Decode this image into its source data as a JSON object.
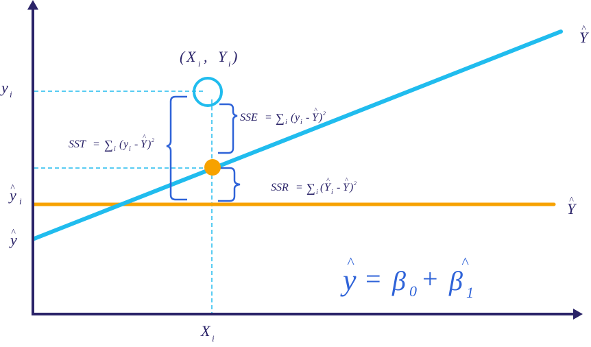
{
  "diagram": {
    "title": "Linear regression sum of squares decomposition",
    "colors": {
      "axis": "#2a2368",
      "regression_line": "#20bcee",
      "mean_line": "#f7a200",
      "brace": "#2f63d8",
      "dashed_guides": "#20bcee",
      "observed_point": "#20bcee",
      "predicted_point": "#f7a200",
      "formula": "#2f63d8"
    },
    "axis_labels": {
      "y_i": "y",
      "y_i_sub": "i",
      "yhat_i": "y",
      "yhat_i_sub": "i",
      "yhat": "y",
      "hat": "^",
      "x_i": "X",
      "x_i_sub": "i"
    },
    "point_label": {
      "open": "(",
      "x": "X",
      "x_sub": "i",
      "comma": ",",
      "y": "Y",
      "y_sub": "i",
      "close": ")"
    },
    "line_labels": {
      "regression": "Y",
      "mean": "Y",
      "hat": "^"
    },
    "sse": {
      "lhs": "SSE",
      "eq": "=",
      "sigma": "∑",
      "sub": "i",
      "open": "(",
      "y": "y",
      "y_sub": "i",
      "minus": "-",
      "Y": "Y",
      "close": ")",
      "pow": "2"
    },
    "sst": {
      "lhs": "SST",
      "eq": "=",
      "sigma": "∑",
      "sub": "i",
      "open": "(",
      "y": "y",
      "y_sub": "i",
      "minus": "-",
      "Y": "Y",
      "close": ")",
      "pow": "2"
    },
    "ssr": {
      "lhs": "SSR",
      "eq": "=",
      "sigma": "∑",
      "sub": "i",
      "open": "(",
      "Yi": "Y",
      "Yi_sub": "i",
      "minus": "-",
      "Y": "Y",
      "close": ")",
      "pow": "2"
    },
    "model": {
      "lhs": "y",
      "eq": "=",
      "beta0": "β",
      "beta0_sub": "0",
      "plus": "+",
      "beta1": "β",
      "beta1_sub": "1",
      "hat": "^"
    }
  }
}
